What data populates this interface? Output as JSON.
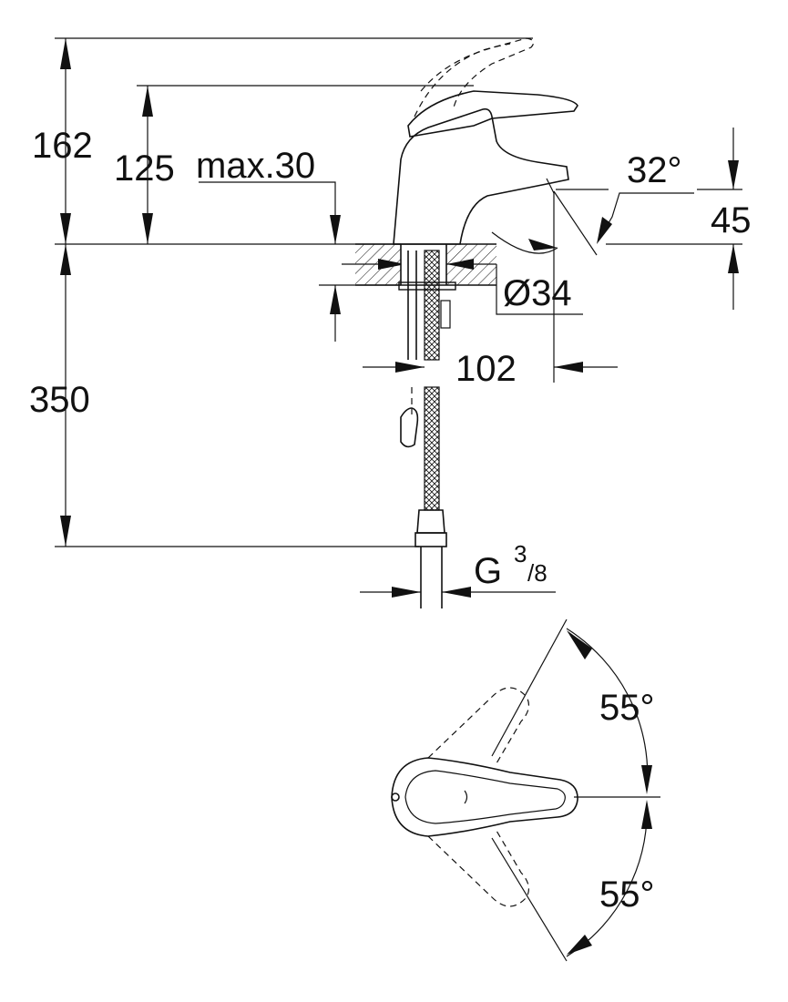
{
  "dimensions": {
    "total_height": "162",
    "lever_height": "125",
    "max_deck": "max.30",
    "spout_angle": "32°",
    "spout_height": "45",
    "hole_diameter": "Ø34",
    "projection": "102",
    "hose_length": "350",
    "connection_main": "G",
    "connection_num": "3",
    "connection_den": "/8",
    "rotation_up": "55°",
    "rotation_down": "55°"
  },
  "colors": {
    "line": "#111111",
    "background": "#ffffff"
  }
}
